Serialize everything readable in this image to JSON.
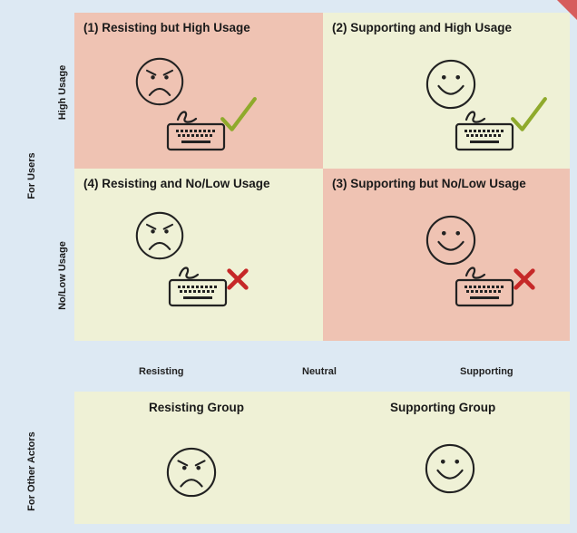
{
  "outer_labels": {
    "users": "For Users",
    "others": "For Other Actors"
  },
  "row_labels": {
    "high": "High Usage",
    "low": "No/Low Usage"
  },
  "quadrants": {
    "q1": {
      "title": "(1) Resisting but High Usage",
      "face": "angry-face-icon",
      "mark": "checkmark-icon"
    },
    "q2": {
      "title": "(2) Supporting and High Usage",
      "face": "smiley-face-icon",
      "mark": "checkmark-icon"
    },
    "q4": {
      "title": "(4) Resisting and No/Low Usage",
      "face": "angry-face-icon",
      "mark": "cross-icon"
    },
    "q3": {
      "title": "(3) Supporting but No/Low Usage",
      "face": "smiley-face-icon",
      "mark": "cross-icon"
    }
  },
  "axis": {
    "resisting": "Resisting",
    "neutral": "Neutral",
    "supporting": "Supporting"
  },
  "groups": {
    "resisting": "Resisting Group",
    "supporting": "Supporting Group"
  },
  "colors": {
    "red_panel": "#efc3b3",
    "green_panel": "#eff1d6",
    "background": "#dde9f3",
    "check": "#8faa2c",
    "cross": "#c62828"
  }
}
